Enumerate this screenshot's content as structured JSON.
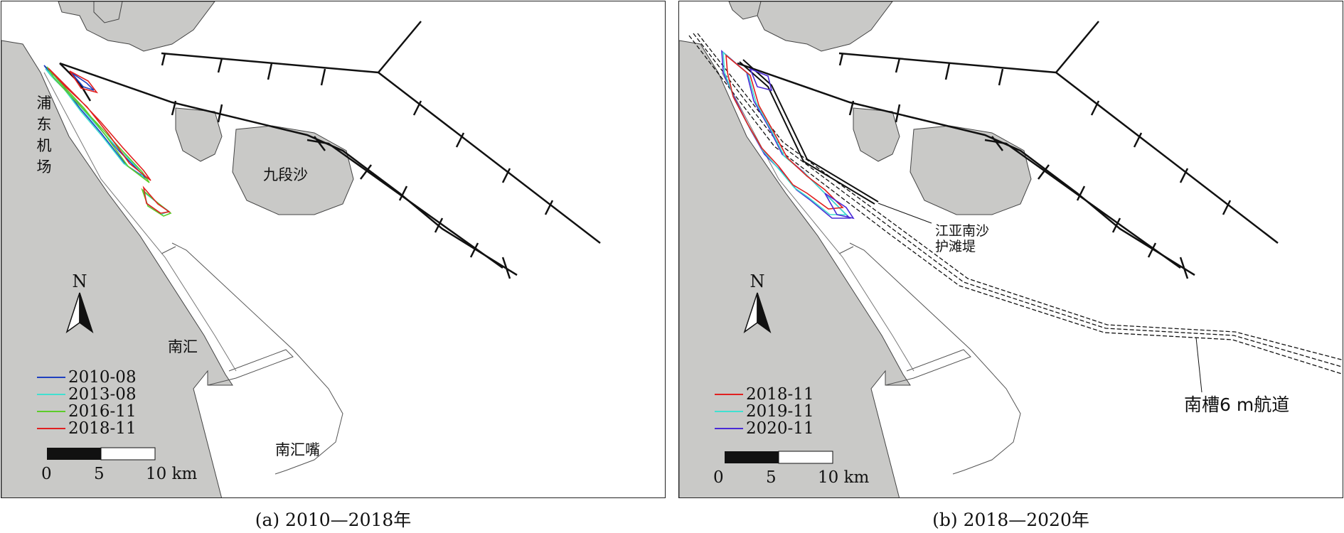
{
  "panel_a": {
    "caption": "(a) 2010—2018年",
    "labels": {
      "airport": "浦东机场",
      "jiuduansha": "九段沙",
      "nanhui": "南汇",
      "nanhuizui": "南汇嘴"
    },
    "north": "N",
    "scale": {
      "zero": "0",
      "mid": "5",
      "end": "10 km"
    },
    "legend": [
      {
        "label": "2010-08",
        "color": "#1f3fbf"
      },
      {
        "label": "2013-08",
        "color": "#40e0d0"
      },
      {
        "label": "2016-11",
        "color": "#5ccc2a"
      },
      {
        "label": "2018-11",
        "color": "#e02020"
      }
    ]
  },
  "panel_b": {
    "caption": "(b) 2018—2020年",
    "labels": {
      "dike_line1": "江亚南沙",
      "dike_line2": "护滩堤",
      "channel": "南槽6 m航道"
    },
    "north": "N",
    "scale": {
      "zero": "0",
      "mid": "5",
      "end": "10 km"
    },
    "legend": [
      {
        "label": "2018-11",
        "color": "#e02020"
      },
      {
        "label": "2019-11",
        "color": "#40e0d0"
      },
      {
        "label": "2020-11",
        "color": "#4a2bd6"
      }
    ]
  },
  "colors": {
    "land": "#c9c9c7",
    "outline": "#222222",
    "dike": "#111111"
  }
}
